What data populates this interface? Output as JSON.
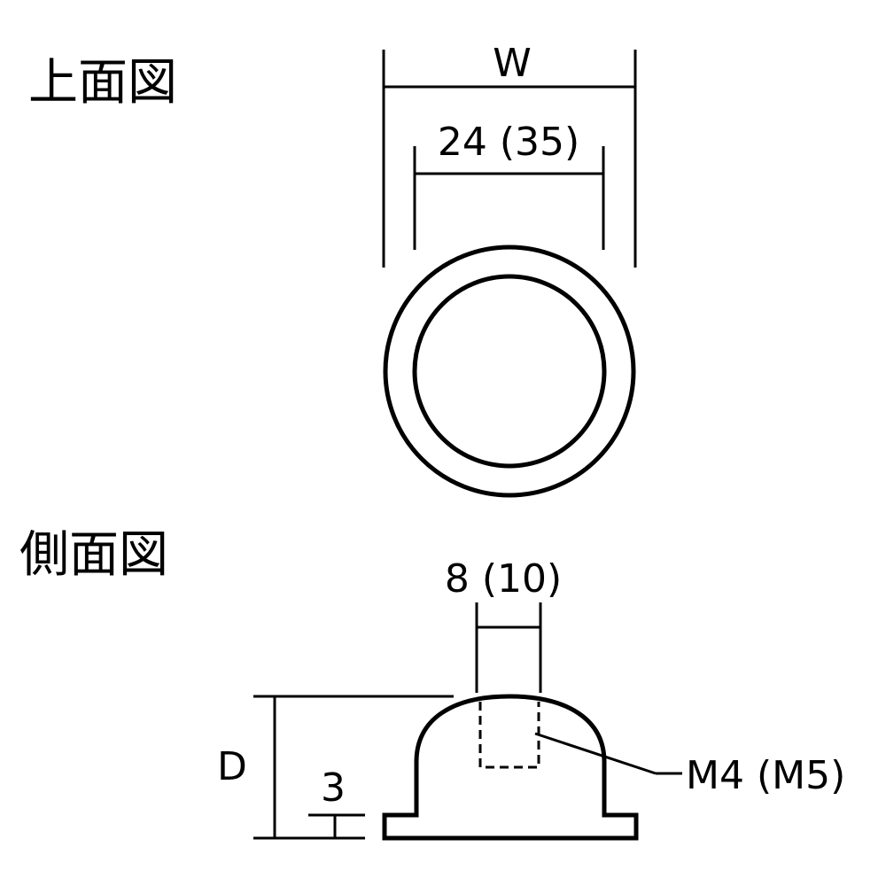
{
  "top_view": {
    "title": "上面図",
    "outer_width_label": "W",
    "inner_width_label": "24 (35)"
  },
  "side_view": {
    "title": "側面図",
    "hole_width_label": "8 (10)",
    "depth_label": "D",
    "base_thickness_label": "3",
    "thread_label": "M4 (M5)"
  }
}
